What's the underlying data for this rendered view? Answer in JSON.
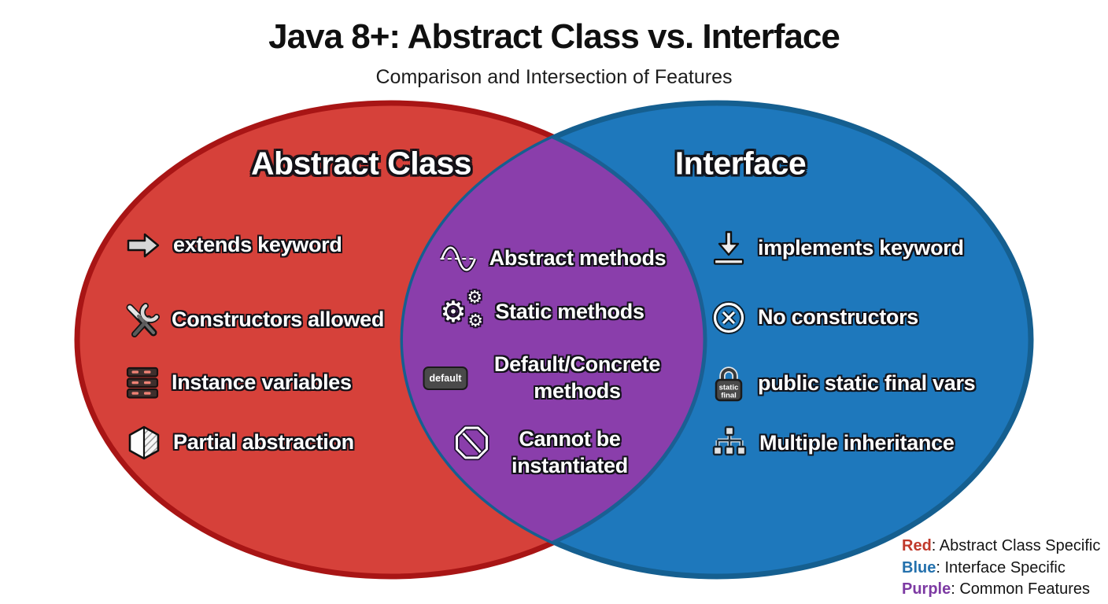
{
  "title": "Java 8+: Abstract Class vs. Interface",
  "subtitle": "Comparison and Intersection of Features",
  "venn": {
    "left": {
      "label": "Abstract Class",
      "fill": "#d6413a",
      "border": "#a81515",
      "items": [
        {
          "icon": "arrow-right-icon",
          "label": "extends keyword"
        },
        {
          "icon": "tools-icon",
          "label": "Constructors allowed"
        },
        {
          "icon": "server-stack-icon",
          "label": "Instance variables"
        },
        {
          "icon": "half-hexagon-icon",
          "label": "Partial abstraction"
        }
      ]
    },
    "right": {
      "label": "Interface",
      "fill": "#1e78bc",
      "border": "#155f90",
      "items": [
        {
          "icon": "download-arrow-icon",
          "label": "implements keyword"
        },
        {
          "icon": "circle-cross-icon",
          "label": "No constructors"
        },
        {
          "icon": "lock-icon",
          "label": "public static final vars"
        },
        {
          "icon": "hierarchy-icon",
          "label": "Multiple inheritance"
        }
      ]
    },
    "intersection": {
      "fill": "#8a3eab",
      "border": "#1b5f93",
      "items": [
        {
          "icon": "sine-wave-icon",
          "label": "Abstract methods"
        },
        {
          "icon": "gears-icon",
          "label": "Static methods"
        },
        {
          "icon": "default-badge-icon",
          "label": "Default/Concrete methods"
        },
        {
          "icon": "no-octagon-icon",
          "label": "Cannot be instantiated"
        }
      ]
    }
  },
  "icons": {
    "gear_glyph": "⚙",
    "default_badge_text": "default",
    "lock_text_line1": "static",
    "lock_text_line2": "final"
  },
  "legend": [
    {
      "word": "Red",
      "rest": ": Abstract Class Specific",
      "color": "#c0392b"
    },
    {
      "word": "Blue",
      "rest": ": Interface Specific",
      "color": "#2471ad"
    },
    {
      "word": "Purple",
      "rest": ": Common Features",
      "color": "#7d3aa3"
    }
  ]
}
